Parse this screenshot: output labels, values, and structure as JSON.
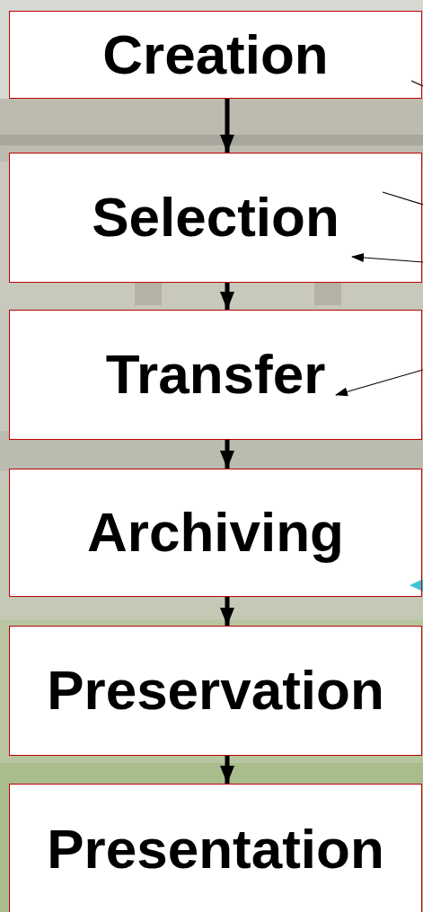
{
  "diagram": {
    "nodes": [
      {
        "text": [
          "Creation"
        ]
      },
      {
        "text": [
          "Selection"
        ]
      },
      {
        "text": [
          "Transfer"
        ]
      },
      {
        "text": [
          "Archiving"
        ]
      },
      {
        "text": [
          "Preservation"
        ]
      },
      {
        "text": [
          "Presentation"
        ]
      }
    ],
    "edges": [
      {
        "from": 0,
        "to": 1,
        "arrow": "to"
      },
      {
        "from": 1,
        "to": 2,
        "arrow": "to"
      },
      {
        "from": 2,
        "to": 3,
        "arrow": "to"
      },
      {
        "from": 3,
        "to": 4,
        "arrow": "to"
      },
      {
        "from": 4,
        "to": 5,
        "arrow": "to"
      }
    ]
  }
}
